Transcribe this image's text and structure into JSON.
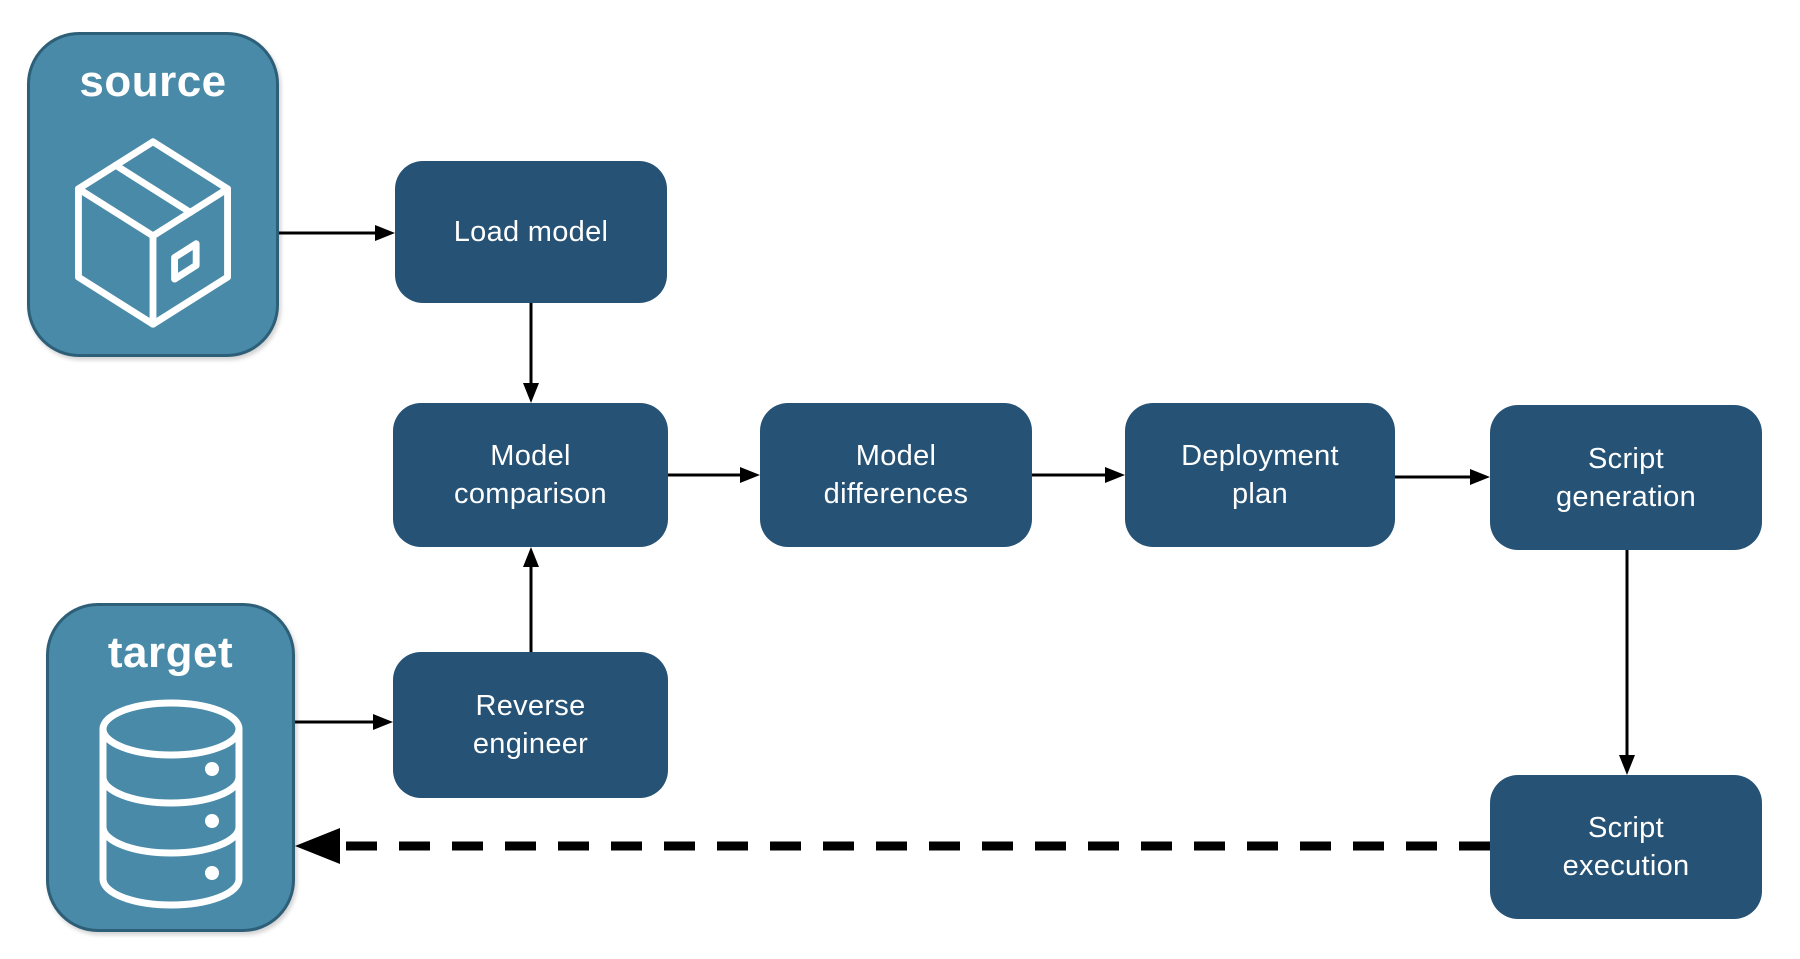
{
  "diagram": {
    "background_color": "#ffffff",
    "colors": {
      "process_node_fill": "#265275",
      "endpoint_fill": "#498AA8",
      "endpoint_border": "#2E5F78",
      "label_text": "#ffffff",
      "arrow": "#000000"
    },
    "endpoints": [
      {
        "id": "source",
        "label": "source",
        "icon": "package-icon"
      },
      {
        "id": "target",
        "label": "target",
        "icon": "database-icon"
      }
    ],
    "nodes": [
      {
        "id": "load-model",
        "label": "Load model",
        "label_lines": [
          "Load model"
        ]
      },
      {
        "id": "model-comparison",
        "label": "Model comparison",
        "label_lines": [
          "Model",
          "comparison"
        ]
      },
      {
        "id": "model-differences",
        "label": "Model differences",
        "label_lines": [
          "Model",
          "differences"
        ]
      },
      {
        "id": "deployment-plan",
        "label": "Deployment plan",
        "label_lines": [
          "Deployment",
          "plan"
        ]
      },
      {
        "id": "script-generation",
        "label": "Script generation",
        "label_lines": [
          "Script",
          "generation"
        ]
      },
      {
        "id": "reverse-engineer",
        "label": "Reverse engineer",
        "label_lines": [
          "Reverse",
          "engineer"
        ]
      },
      {
        "id": "script-execution",
        "label": "Script execution",
        "label_lines": [
          "Script",
          "execution"
        ]
      }
    ],
    "edges": [
      {
        "from": "source",
        "to": "load-model",
        "style": "solid"
      },
      {
        "from": "load-model",
        "to": "model-comparison",
        "style": "solid"
      },
      {
        "from": "model-comparison",
        "to": "model-differences",
        "style": "solid"
      },
      {
        "from": "model-differences",
        "to": "deployment-plan",
        "style": "solid"
      },
      {
        "from": "deployment-plan",
        "to": "script-generation",
        "style": "solid"
      },
      {
        "from": "script-generation",
        "to": "script-execution",
        "style": "solid"
      },
      {
        "from": "target",
        "to": "reverse-engineer",
        "style": "solid"
      },
      {
        "from": "reverse-engineer",
        "to": "model-comparison",
        "style": "solid"
      },
      {
        "from": "script-execution",
        "to": "target",
        "style": "dashed"
      }
    ]
  }
}
